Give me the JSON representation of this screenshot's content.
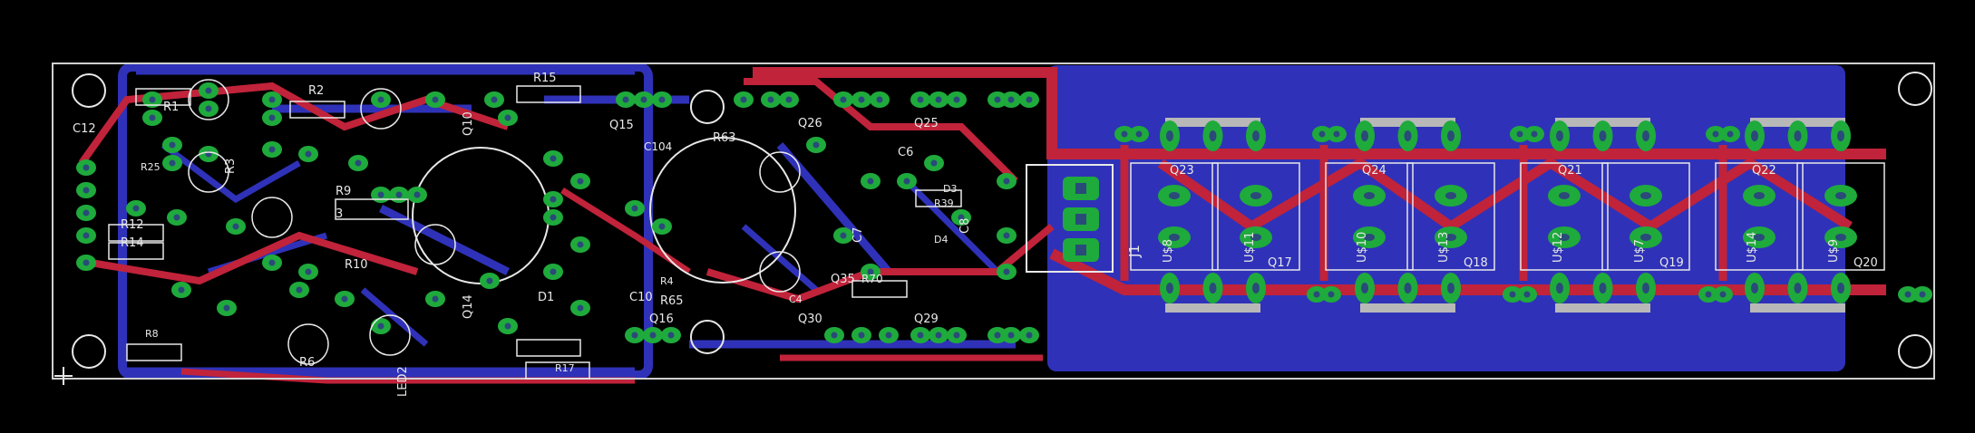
{
  "view": {
    "background": "#000000",
    "layer_colors": {
      "bottom_copper": "#2f32b8",
      "top_copper": "#c0233a",
      "pad": "#1faa3c",
      "drill": "#2a4a7a",
      "silkscreen": "#e8e8e8",
      "outline": "#d0d0d0"
    }
  },
  "labels": {
    "left_section": [
      {
        "id": "l01",
        "text": "R1"
      },
      {
        "id": "l02",
        "text": "R2"
      },
      {
        "id": "l03",
        "text": "R15"
      },
      {
        "id": "l04",
        "text": "C12"
      },
      {
        "id": "l05",
        "text": "R12"
      },
      {
        "id": "l06",
        "text": "R14"
      },
      {
        "id": "l07",
        "text": "R9"
      },
      {
        "id": "l08",
        "text": "R10"
      },
      {
        "id": "l09",
        "text": "R6"
      },
      {
        "id": "l10",
        "text": "R17"
      },
      {
        "id": "l11",
        "text": "LED2"
      },
      {
        "id": "l12",
        "text": "Q14"
      },
      {
        "id": "l13",
        "text": "Q10"
      },
      {
        "id": "l14",
        "text": "D1"
      },
      {
        "id": "l15",
        "text": "R25"
      },
      {
        "id": "l16",
        "text": "R8"
      },
      {
        "id": "l17",
        "text": "C10"
      },
      {
        "id": "l18",
        "text": "R65"
      },
      {
        "id": "l19",
        "text": "Q15"
      },
      {
        "id": "l20",
        "text": "Q16"
      },
      {
        "id": "l21",
        "text": "C104"
      },
      {
        "id": "l22",
        "text": "R3"
      },
      {
        "id": "l23",
        "text": "3"
      }
    ],
    "center_section": [
      {
        "id": "c01",
        "text": "Q26"
      },
      {
        "id": "c02",
        "text": "Q25"
      },
      {
        "id": "c03",
        "text": "C6"
      },
      {
        "id": "c04",
        "text": "C8"
      },
      {
        "id": "c05",
        "text": "C7"
      },
      {
        "id": "c06",
        "text": "R39"
      },
      {
        "id": "c07",
        "text": "R70"
      },
      {
        "id": "c08",
        "text": "Q35"
      },
      {
        "id": "c09",
        "text": "Q30"
      },
      {
        "id": "c10",
        "text": "Q29"
      },
      {
        "id": "c11",
        "text": "R63"
      },
      {
        "id": "c12",
        "text": "J1"
      },
      {
        "id": "c13",
        "text": "R4"
      },
      {
        "id": "c14",
        "text": "D3"
      },
      {
        "id": "c15",
        "text": "D4"
      },
      {
        "id": "c16",
        "text": "C4"
      }
    ],
    "output_stage": [
      {
        "id": "o01",
        "text": "Q23"
      },
      {
        "id": "o02",
        "text": "Q24"
      },
      {
        "id": "o03",
        "text": "Q21"
      },
      {
        "id": "o04",
        "text": "Q22"
      },
      {
        "id": "o05",
        "text": "Q17"
      },
      {
        "id": "o06",
        "text": "Q18"
      },
      {
        "id": "o07",
        "text": "Q19"
      },
      {
        "id": "o08",
        "text": "Q20"
      },
      {
        "id": "o09",
        "text": "U$8"
      },
      {
        "id": "o10",
        "text": "U$11"
      },
      {
        "id": "o11",
        "text": "U$10"
      },
      {
        "id": "o12",
        "text": "U$13"
      },
      {
        "id": "o13",
        "text": "U$12"
      },
      {
        "id": "o14",
        "text": "U$7"
      },
      {
        "id": "o15",
        "text": "U$14"
      },
      {
        "id": "o16",
        "text": "U$9"
      }
    ]
  }
}
